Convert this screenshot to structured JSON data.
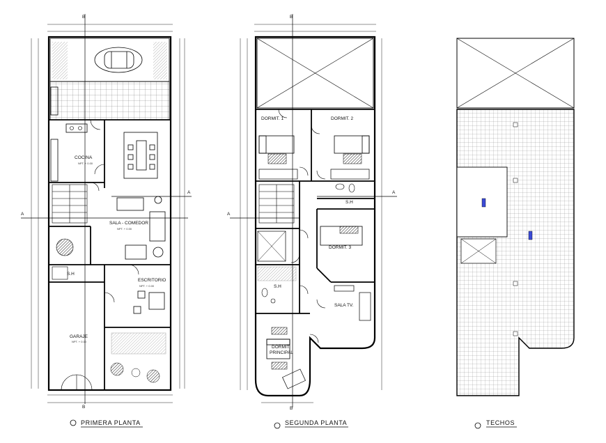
{
  "plans": [
    {
      "title": "PRIMERA PLANTA",
      "rooms": [
        {
          "name": "COCINA",
          "level": "NPT. + 0.00"
        },
        {
          "name": "SALA - COMEDOR",
          "level": "NPT. + 0.00"
        },
        {
          "name": "S.H",
          "level": ""
        },
        {
          "name": "ESCRITORIO",
          "level": "NPT. + 0.00"
        },
        {
          "name": "GARAJE",
          "level": "NPT. + 0.00"
        }
      ]
    },
    {
      "title": "SEGUNDA PLANTA",
      "rooms": [
        {
          "name": "DORMIT. 1"
        },
        {
          "name": "DORMIT. 2"
        },
        {
          "name": "S.H"
        },
        {
          "name": "DORMIT. 3"
        },
        {
          "name": "S.H"
        },
        {
          "name": "SALA TV."
        },
        {
          "name": "DORMIT.\nPRINCIPAL"
        }
      ]
    },
    {
      "title": "TECHOS",
      "rooms": []
    }
  ],
  "section_markers": [
    "A",
    "A",
    "A",
    "A"
  ],
  "section_marker_b": "B"
}
